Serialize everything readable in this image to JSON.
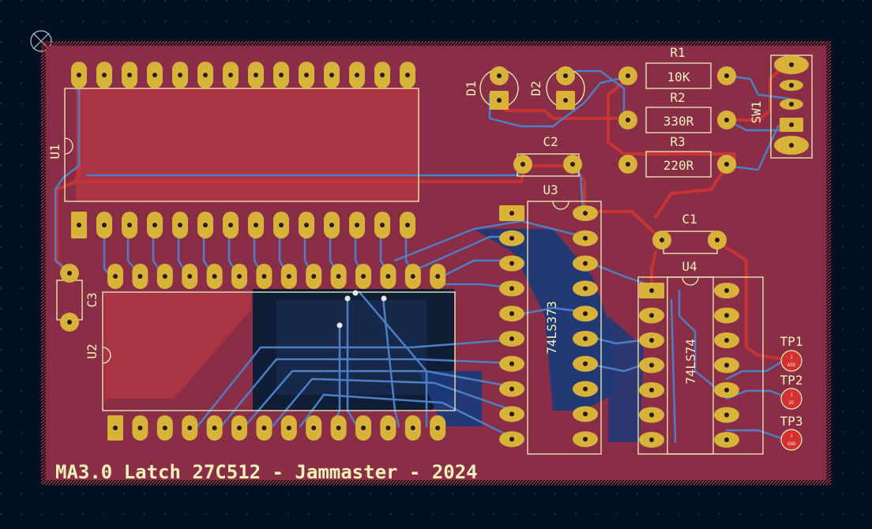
{
  "board": {
    "title": "MA3.0 Latch 27C512 - Jammaster - 2024",
    "colors": {
      "background": "#001023",
      "board": "#8a2d46",
      "top_copper": "#c83434",
      "bottom_copper": "#4d7fc4",
      "silkscreen": "#f2f2b8",
      "pad": "#d9b23a",
      "edge": "#d23b3b",
      "test_point": "#d43030"
    }
  },
  "components": {
    "U1": {
      "ref": "U1"
    },
    "U2": {
      "ref": "U2"
    },
    "U3": {
      "ref": "U3",
      "value": "74LS373"
    },
    "U4": {
      "ref": "U4",
      "value": "74LS74"
    },
    "C1": {
      "ref": "C1"
    },
    "C2": {
      "ref": "C2"
    },
    "C3": {
      "ref": "C3"
    },
    "D1": {
      "ref": "D1"
    },
    "D2": {
      "ref": "D2"
    },
    "R1": {
      "ref": "R1",
      "value": "10K"
    },
    "R2": {
      "ref": "R2",
      "value": "330R"
    },
    "R3": {
      "ref": "R3",
      "value": "220R"
    },
    "SW1": {
      "ref": "SW1"
    },
    "TP1": {
      "ref": "TP1",
      "pad_label": "ADD"
    },
    "TP2": {
      "ref": "TP2",
      "pad_label": "OE"
    },
    "TP3": {
      "ref": "TP3",
      "pad_label": "GND"
    }
  }
}
